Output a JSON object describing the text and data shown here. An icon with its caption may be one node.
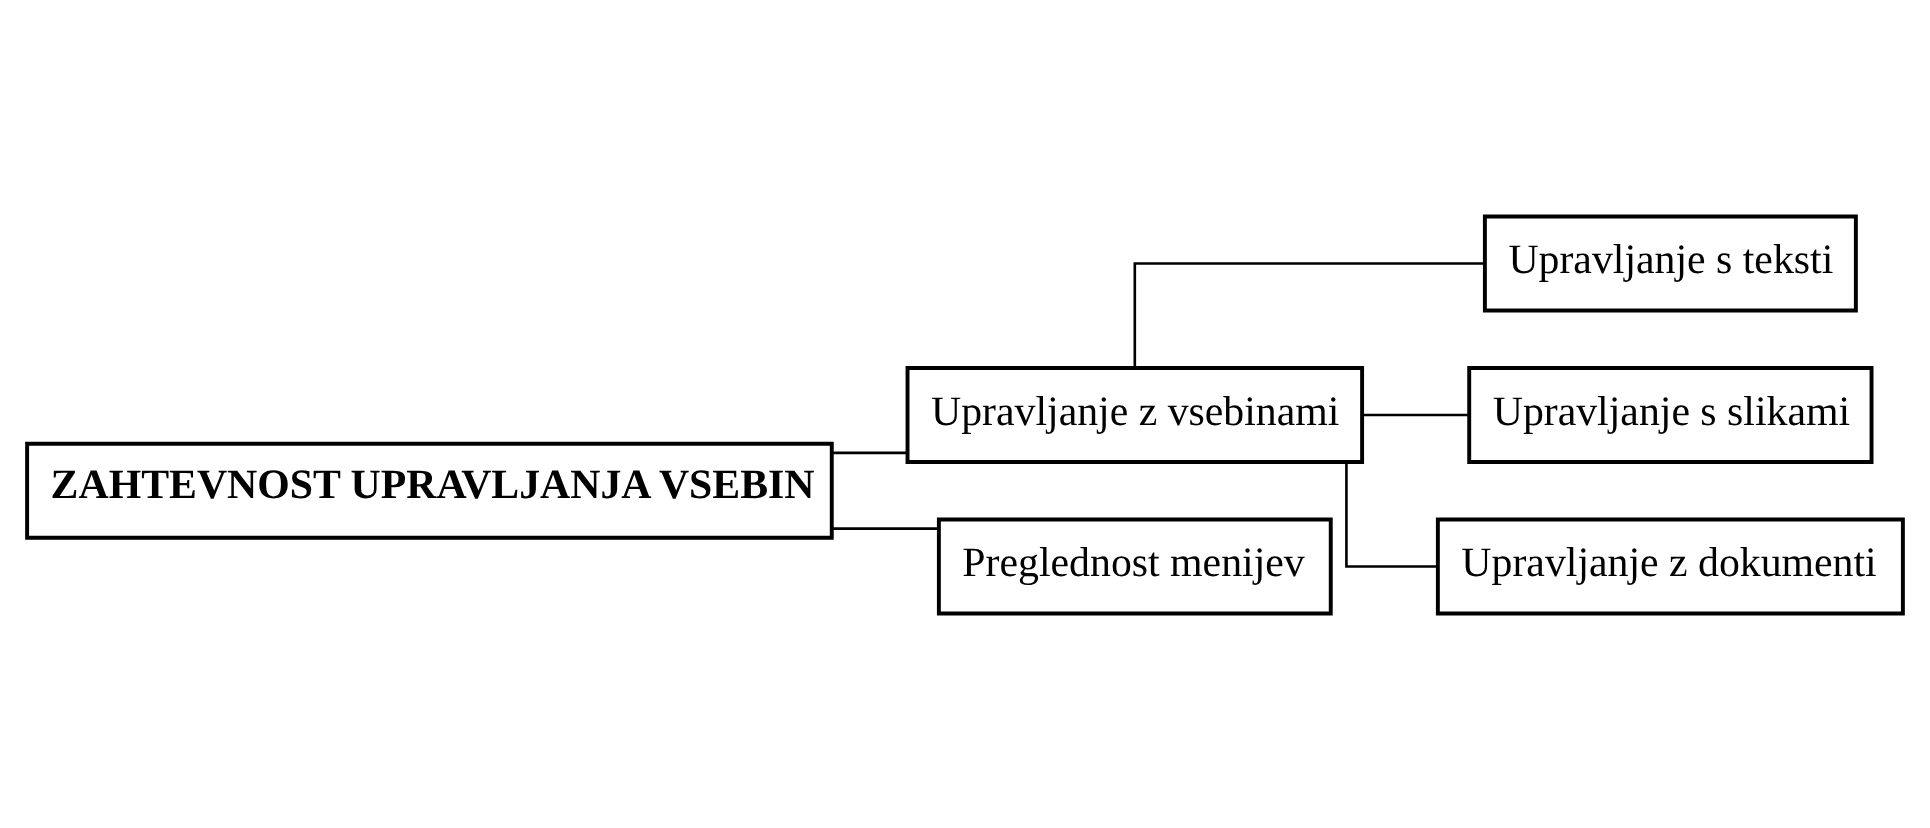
{
  "diagram": {
    "nodes": [
      {
        "text": [
          "ZAHTEVNOST UPRAVLJANJA VSEBIN"
        ]
      },
      {
        "text": [
          "Upravljanje z vsebinami"
        ]
      },
      {
        "text": [
          "Upravljanje s teksti"
        ]
      },
      {
        "text": [
          "Upravljanje s slikami"
        ]
      },
      {
        "text": [
          "Upravljanje z dokumenti"
        ]
      },
      {
        "text": [
          "Preglednost menijev"
        ]
      }
    ],
    "edges": [
      {
        "from": 0,
        "to": 1,
        "arrow": "none"
      },
      {
        "from": 1,
        "to": 2,
        "arrow": "none"
      },
      {
        "from": 1,
        "to": 3,
        "arrow": "none"
      },
      {
        "from": 1,
        "to": 4,
        "arrow": "none"
      },
      {
        "from": 0,
        "to": 5,
        "arrow": "none"
      }
    ]
  }
}
